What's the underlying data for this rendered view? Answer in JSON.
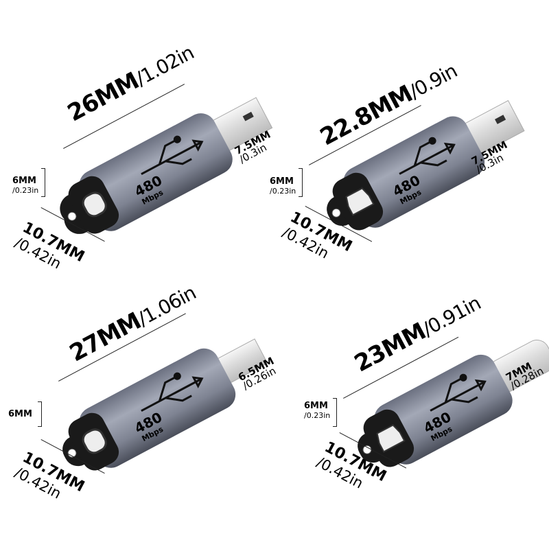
{
  "adapters": [
    {
      "length_mm": "26MM",
      "length_in": "/1.02in",
      "plug_mm": "7.5MM",
      "plug_in": "/0.3in",
      "height_mm": "6MM",
      "height_in": "/0.23in",
      "width_mm": "10.7MM",
      "width_in": "/0.42in",
      "speed": "480",
      "speed_unit": "Mbps",
      "plug": "mini-usb",
      "port": "usb-c"
    },
    {
      "length_mm": "22.8MM",
      "length_in": "/0.9in",
      "plug_mm": "7.5MM",
      "plug_in": "/0.3in",
      "height_mm": "6MM",
      "height_in": "/0.23in",
      "width_mm": "10.7MM",
      "width_in": "/0.42in",
      "speed": "480",
      "speed_unit": "Mbps",
      "plug": "mini-usb",
      "port": "micro-usb"
    },
    {
      "length_mm": "27MM",
      "length_in": "/1.06in",
      "plug_mm": "6.5MM",
      "plug_in": "/0.26in",
      "height_mm": "6MM",
      "width_mm": "10.7MM",
      "width_in": "/0.42in",
      "speed": "480",
      "speed_unit": "Mbps",
      "plug": "micro-usb",
      "port": "usb-c"
    },
    {
      "length_mm": "23MM",
      "length_in": "/0.91in",
      "plug_mm": "7MM",
      "plug_in": "/0.28in",
      "height_mm": "6MM",
      "height_in": "/0.23in",
      "width_mm": "10.7MM",
      "width_in": "/0.42in",
      "speed": "480",
      "speed_unit": "Mbps",
      "plug": "usb-c",
      "port": "micro-usb"
    }
  ],
  "colors": {
    "body": "#5d6270",
    "body_light": "#9aa0ae",
    "tab": "#1a1a1a",
    "plug": "#e8e8e8"
  }
}
